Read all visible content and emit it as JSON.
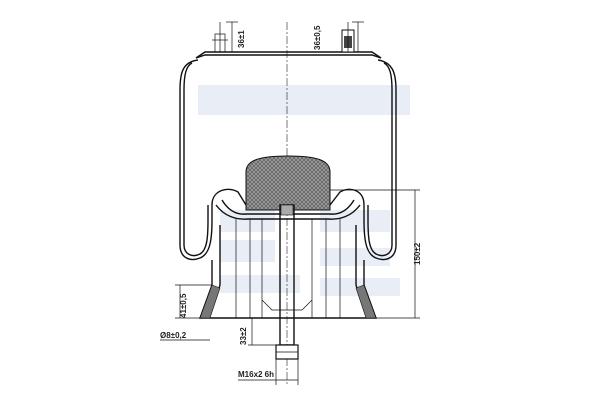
{
  "dimensions": {
    "top_bolt_left": "36±1",
    "top_bolt_right": "36±0,5",
    "overall_height": "150±2",
    "base_height": "41±0,5",
    "pin_diameter": "Ø8±0,2",
    "stud_length": "33±2",
    "thread": "M16x2 6h"
  },
  "colors": {
    "line": "#111111",
    "watermark": "#e8edf6",
    "bumper_fill": "#7a7a7a"
  }
}
